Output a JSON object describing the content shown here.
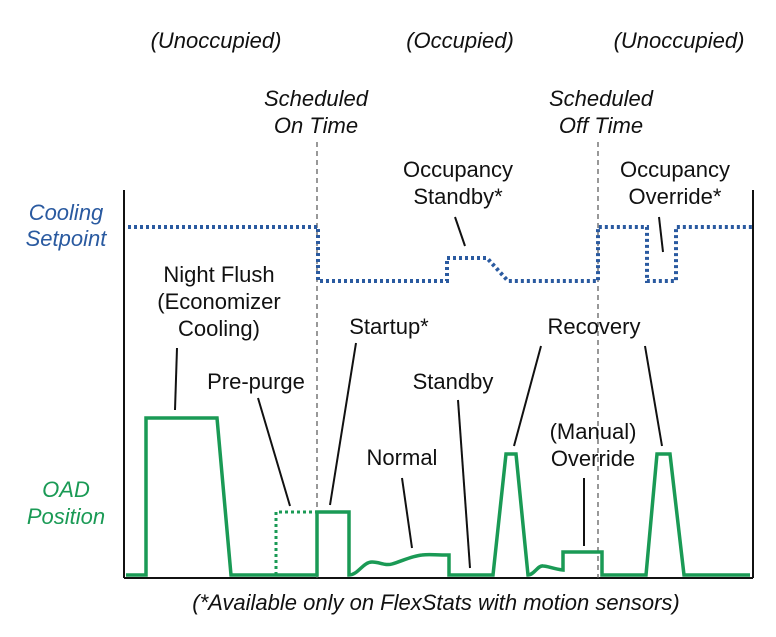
{
  "colors": {
    "setpoint": "#2a5aa0",
    "oad": "#1a9a55",
    "text": "#111111",
    "axis": "#111111",
    "divider": "#555555"
  },
  "periods": {
    "unoccupied_left": "(Unoccupied)",
    "occupied": "(Occupied)",
    "unoccupied_right": "(Unoccupied)"
  },
  "events": {
    "on_time": [
      "Scheduled",
      "On Time"
    ],
    "off_time": [
      "Scheduled",
      "Off Time"
    ]
  },
  "axis_labels": {
    "setpoint": [
      "Cooling",
      "Setpoint"
    ],
    "oad": [
      "OAD",
      "Position"
    ]
  },
  "annotations": {
    "occupancy_standby": [
      "Occupancy",
      "Standby*"
    ],
    "occupancy_override": [
      "Occupancy",
      "Override*"
    ],
    "night_flush": [
      "Night Flush",
      "(Economizer",
      "Cooling)"
    ],
    "pre_purge": "Pre-purge",
    "startup": "Startup*",
    "normal": "Normal",
    "standby": "Standby",
    "recovery": "Recovery",
    "manual_override": [
      "(Manual)",
      "Override"
    ]
  },
  "footnote": "(*Available only on FlexStats with motion sensors)"
}
